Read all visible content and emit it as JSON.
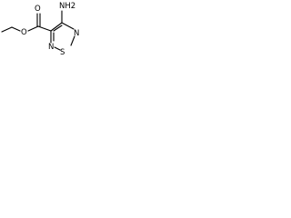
{
  "structure": {
    "atoms": {
      "amine_label": "NH2",
      "carbonyl_oxygen": "O",
      "ester_oxygen": "O",
      "ring_nitrogen_top": "N",
      "ring_nitrogen_bottom": "N",
      "ring_sulfur": "S"
    }
  }
}
